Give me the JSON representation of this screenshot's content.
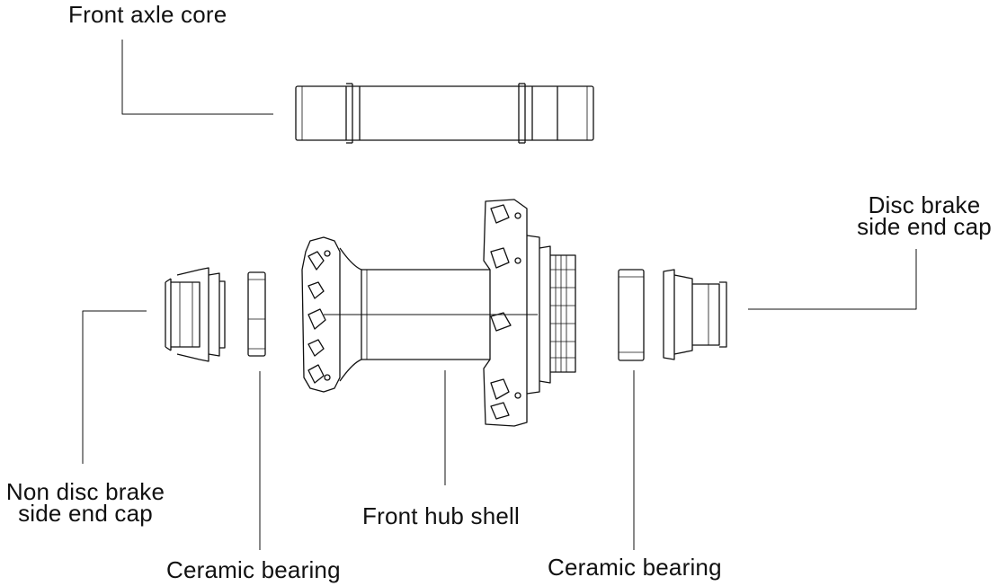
{
  "labels": {
    "axle_core": "Front axle core",
    "disc_cap_line1": "Disc brake",
    "disc_cap_line2": "side end cap",
    "non_disc_cap_line1": "Non disc brake",
    "non_disc_cap_line2": "side end cap",
    "bearing_left": "Ceramic bearing",
    "hub_shell": "Front hub shell",
    "bearing_right": "Ceramic bearing"
  },
  "colors": {
    "line": "#111111",
    "background": "#ffffff"
  }
}
